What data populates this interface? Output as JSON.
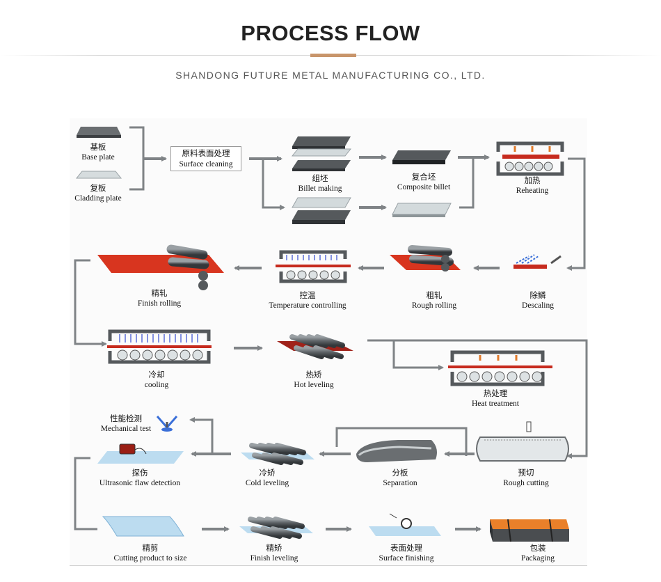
{
  "header": {
    "title": "PROCESS FLOW",
    "subtitle": "SHANDONG FUTURE METAL MANUFACTURING CO., LTD."
  },
  "steps": {
    "base_plate": {
      "cn": "基板",
      "en": "Base plate"
    },
    "cladding_plate": {
      "cn": "复板",
      "en": "Cladding plate"
    },
    "surface_cleaning": {
      "cn": "原料表面处理",
      "en": "Surface cleaning"
    },
    "billet_making": {
      "cn": "组坯",
      "en": "Billet making"
    },
    "composite_billet": {
      "cn": "复合坯",
      "en": "Composite billet"
    },
    "reheating": {
      "cn": "加热",
      "en": "Reheating"
    },
    "descaling": {
      "cn": "除鳞",
      "en": "Descaling"
    },
    "rough_rolling": {
      "cn": "粗轧",
      "en": "Rough rolling"
    },
    "temperature_controlling": {
      "cn": "控温",
      "en": "Temperature controlling"
    },
    "finish_rolling": {
      "cn": "精轧",
      "en": "Finish rolling"
    },
    "cooling": {
      "cn": "冷却",
      "en": "cooling"
    },
    "hot_leveling": {
      "cn": "热矫",
      "en": "Hot leveling"
    },
    "heat_treatment": {
      "cn": "热处理",
      "en": "Heat treatment"
    },
    "mechanical_test": {
      "cn": "性能检测",
      "en": "Mechanical test"
    },
    "ultrasonic": {
      "cn": "探伤",
      "en": "Ultrasonic flaw detection"
    },
    "cold_leveling": {
      "cn": "冷矫",
      "en": "Cold leveling"
    },
    "separation": {
      "cn": "分板",
      "en": "Separation"
    },
    "rough_cutting": {
      "cn": "预切",
      "en": "Rough cutting"
    },
    "cutting_to_size": {
      "cn": "精剪",
      "en": "Cutting product to size"
    },
    "finish_leveling": {
      "cn": "精矫",
      "en": "Finish leveling"
    },
    "surface_finishing": {
      "cn": "表面处理",
      "en": "Surface finishing"
    },
    "packaging": {
      "cn": "包装",
      "en": "Packaging"
    }
  },
  "colors": {
    "accent": "#c8956b",
    "arrow": "#7f8386",
    "heat": "#c62b1e",
    "plate_dark": "#4a4d50",
    "plate_light": "#cfd6d8",
    "sheet_blue": "#bcdcf0"
  }
}
